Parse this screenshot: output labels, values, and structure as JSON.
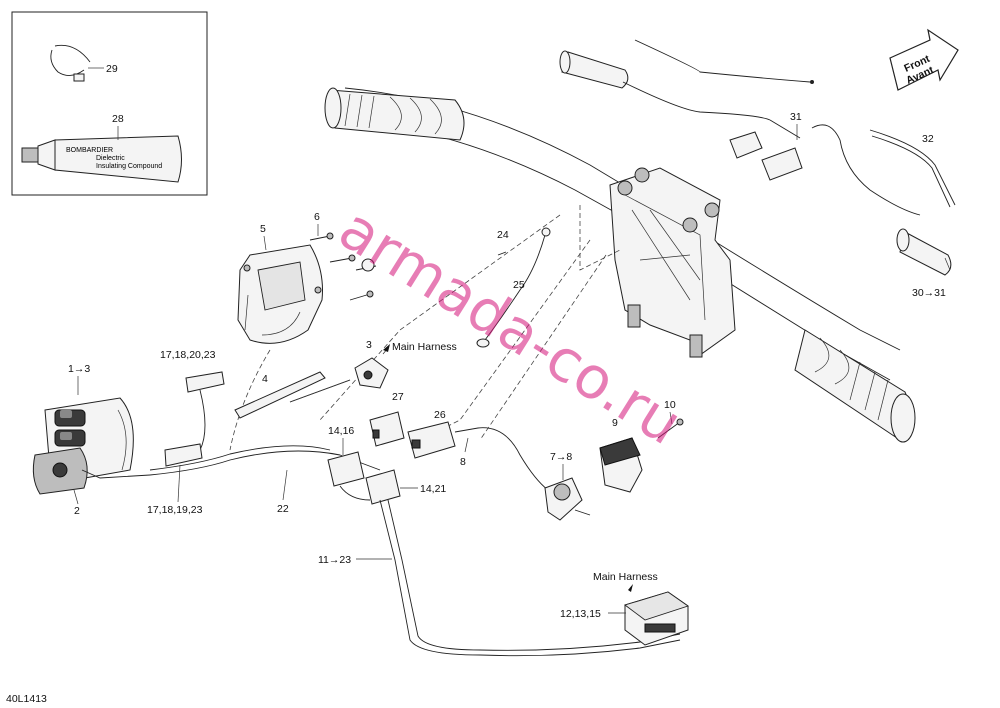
{
  "callouts": {
    "c29": "29",
    "c28": "28",
    "c6": "6",
    "c5": "5",
    "c24": "24",
    "c25": "25",
    "c31": "31",
    "c32": "32",
    "c30": "30→31",
    "c1": "1→3",
    "c2": "2",
    "c3": "3",
    "c4": "4",
    "c17a": "17,18,20,23",
    "c17b": "17,18,19,23",
    "c27": "27",
    "c26": "26",
    "c8": "8",
    "c14a": "14,16",
    "c14b": "14,21",
    "c22": "22",
    "c7": "7→8",
    "c9": "9",
    "c10": "10",
    "c11": "11→23",
    "c12": "12,13,15"
  },
  "notes": {
    "main_harness_top": "Main Harness",
    "main_harness_bottom": "Main Harness",
    "front_line1": "Front",
    "front_line2": "Avant",
    "drawing_code": "40L1413"
  },
  "tube_label": {
    "brand": "BOMBARDIER",
    "line1": "Dielectric",
    "line2": "Insulating Compound"
  },
  "watermark": "armada-co.ru"
}
